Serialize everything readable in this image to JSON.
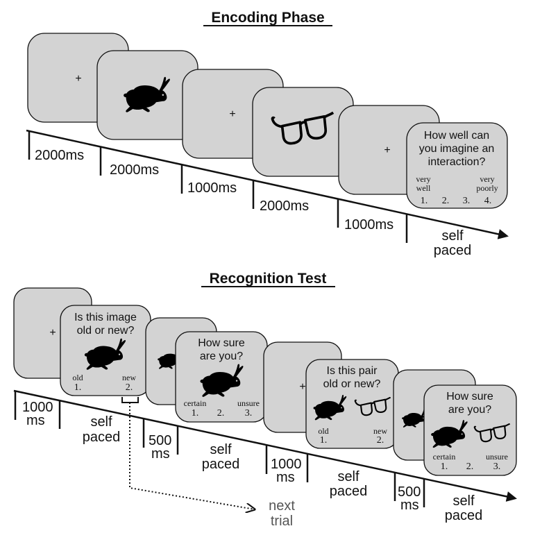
{
  "encoding": {
    "title": "Encoding Phase",
    "fixation": "+",
    "durations": [
      "2000ms",
      "2000ms",
      "1000ms",
      "2000ms",
      "1000ms"
    ],
    "self_paced": [
      "self",
      "paced"
    ],
    "question": [
      "How well can",
      "you imagine an",
      "interaction?"
    ],
    "scale_left": [
      "very",
      "well"
    ],
    "scale_right": [
      "very",
      "poorly"
    ],
    "scale_numbers": [
      "1.",
      "2.",
      "3.",
      "4."
    ]
  },
  "recognition": {
    "title": "Recognition Test",
    "fixation": "+",
    "durations": [
      [
        "1000",
        "ms"
      ],
      [
        "500",
        "ms"
      ],
      [
        "1000",
        "ms"
      ],
      [
        "500",
        "ms"
      ]
    ],
    "self_paced": [
      "self",
      "paced"
    ],
    "q_image": [
      "Is this image",
      "old or new?"
    ],
    "q_sure": [
      "How sure",
      "are you?"
    ],
    "q_pair": [
      "Is this pair",
      "old or new?"
    ],
    "old_label": "old",
    "new_label": "new",
    "certain_label": "certain",
    "unsure_label": "unsure",
    "num_1": "1.",
    "num_2": "2.",
    "num_3": "3.",
    "next_trial": [
      "next",
      "trial"
    ]
  },
  "icons": [
    "rabbit-icon",
    "glasses-icon",
    "fixation-cross"
  ]
}
